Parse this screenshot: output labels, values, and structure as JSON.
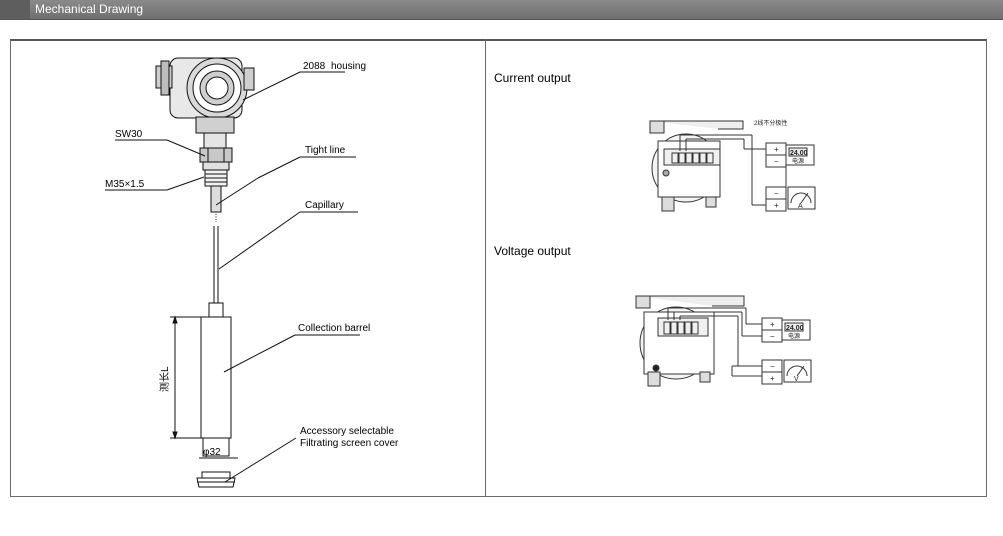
{
  "header": {
    "title": "Mechanical Drawing"
  },
  "left_drawing": {
    "labels": {
      "housing_code": "2088",
      "housing": "housing",
      "wrench_size": "SW30",
      "thread": "M35×1.5",
      "tight_line": "Tight line",
      "capillary": "Capillary",
      "collection_barrel": "Collection barrel",
      "accessory": "Accessory selectable",
      "filter_cover": "Filtrating screen cover",
      "length_label": "测长L",
      "diameter": "φ32"
    }
  },
  "right_panel": {
    "current_heading": "Current output",
    "voltage_heading": "Voltage output",
    "wiring_note": "2线不分极性",
    "power_value": "24.00",
    "power_label": "电源",
    "ammeter_unit": "A",
    "voltmeter_unit": "V",
    "plus": "+",
    "minus": "−"
  }
}
